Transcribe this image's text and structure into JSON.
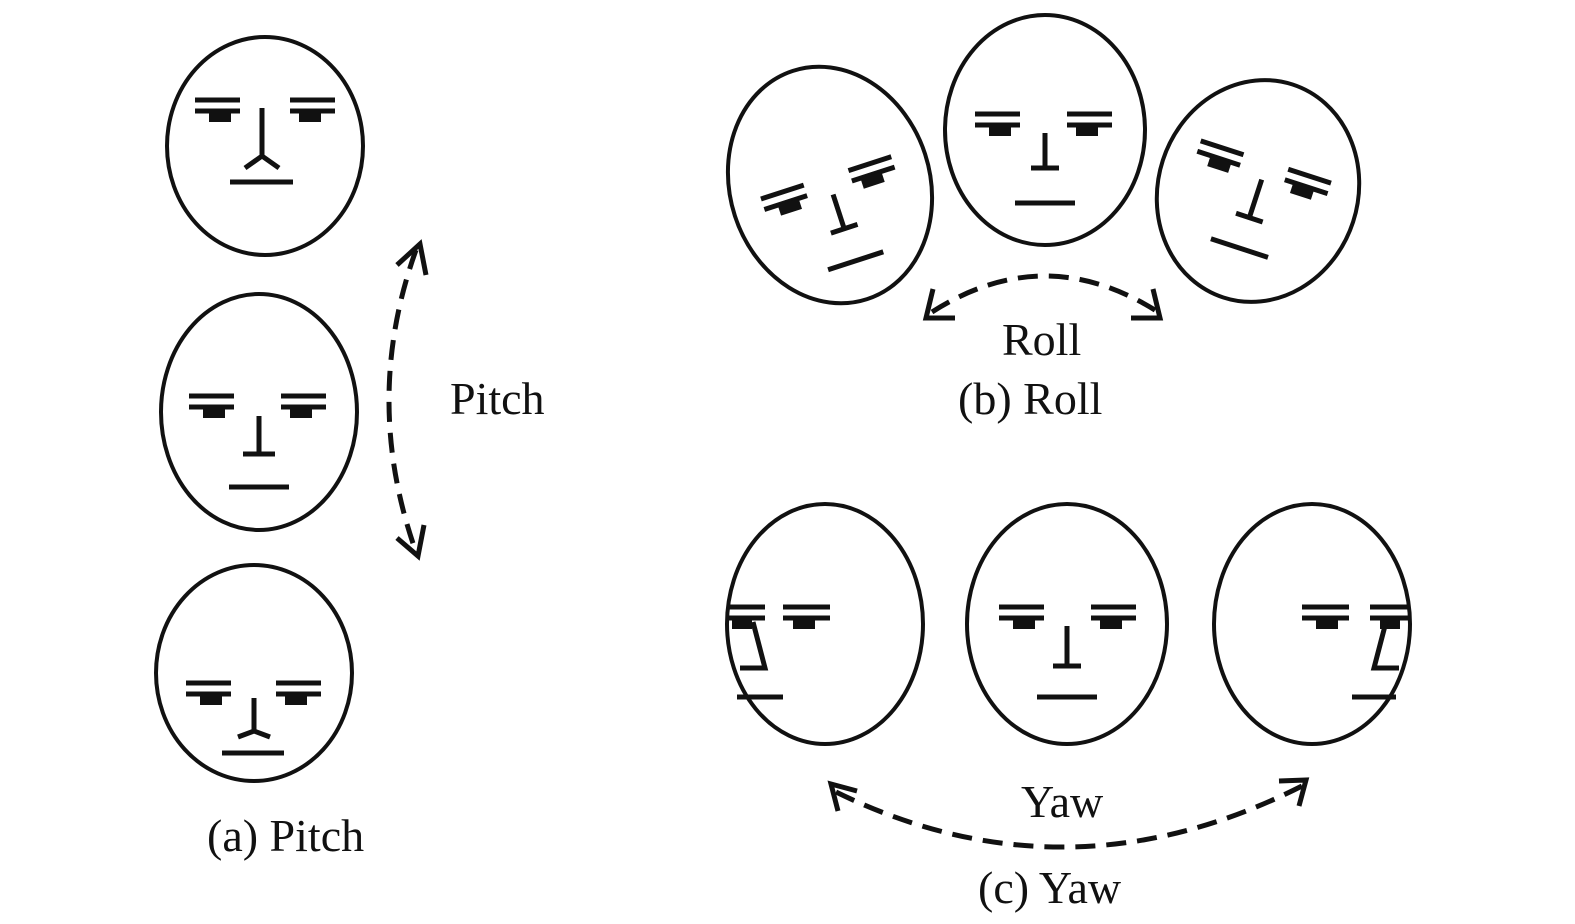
{
  "panels": {
    "pitch": {
      "arrow_label": "Pitch",
      "caption": "(a) Pitch"
    },
    "roll": {
      "arrow_label": "Roll",
      "caption": "(b) Roll"
    },
    "yaw": {
      "arrow_label": "Yaw",
      "caption": "(c) Yaw"
    }
  },
  "colors": {
    "ink": "#111111",
    "background": "#ffffff"
  }
}
